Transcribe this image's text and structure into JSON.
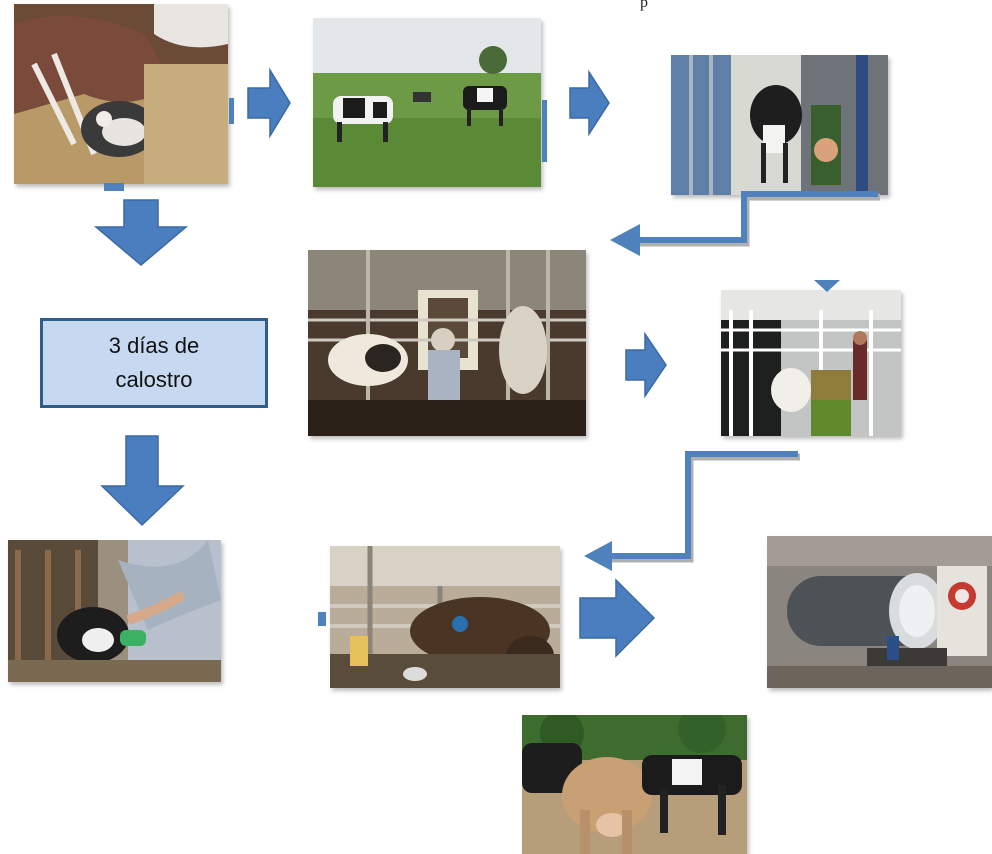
{
  "colors": {
    "arrow": "#4a7ebf",
    "arrow_stroke": "#3a6aa6",
    "connector": "#4f81bd",
    "box_fill": "#c6d9f1",
    "box_border": "#2f5e8e"
  },
  "caption_fragment": "p",
  "colostrum_box": {
    "label": "3 días de calostro"
  },
  "photos": [
    {
      "id": "calf-birth",
      "scene": "cow licking newborn calf on straw"
    },
    {
      "id": "cows-pasture",
      "scene": "holstein cows grazing in green pasture"
    },
    {
      "id": "milking-stall",
      "scene": "cow entering milking stall"
    },
    {
      "id": "milking-parlor",
      "scene": "workers milking cows in barn"
    },
    {
      "id": "calf-pens",
      "scene": "calves in pens with metal gates"
    },
    {
      "id": "calf-feeding",
      "scene": "person feeding calf with bottle"
    },
    {
      "id": "cow-milking-line",
      "scene": "cow in stanchion with milking unit"
    },
    {
      "id": "cooling-tank",
      "scene": "stainless steel bulk milk cooling tank"
    },
    {
      "id": "dairy-cows",
      "scene": "jersey and holstein cows standing on dirt"
    }
  ]
}
